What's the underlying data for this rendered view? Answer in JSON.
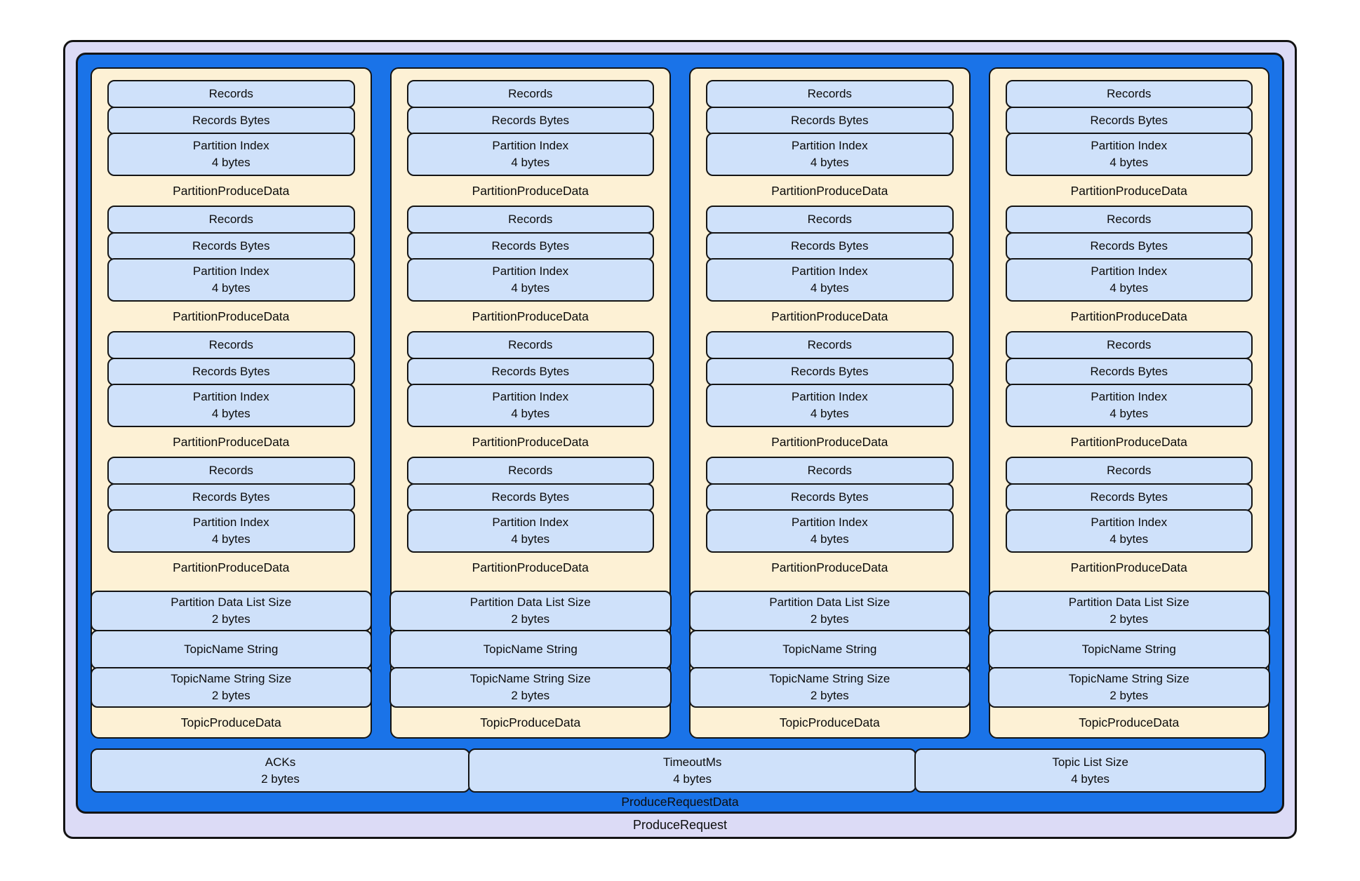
{
  "diagram": {
    "outer_label": "ProduceRequest",
    "inner_label": "ProduceRequestData",
    "columns": [
      {
        "label": "TopicProduceData",
        "groups": [
          {
            "label": "PartitionProduceData",
            "cells": [
              {
                "title": "Records"
              },
              {
                "title": "Records Bytes"
              },
              {
                "title": "Partition Index",
                "size": "4 bytes"
              }
            ]
          },
          {
            "label": "PartitionProduceData",
            "cells": [
              {
                "title": "Records"
              },
              {
                "title": "Records Bytes"
              },
              {
                "title": "Partition Index",
                "size": "4 bytes"
              }
            ]
          },
          {
            "label": "PartitionProduceData",
            "cells": [
              {
                "title": "Records"
              },
              {
                "title": "Records Bytes"
              },
              {
                "title": "Partition Index",
                "size": "4 bytes"
              }
            ]
          },
          {
            "label": "PartitionProduceData",
            "cells": [
              {
                "title": "Records"
              },
              {
                "title": "Records Bytes"
              },
              {
                "title": "Partition Index",
                "size": "4 bytes"
              }
            ]
          }
        ],
        "footer_cells": [
          {
            "title": "Partition Data List Size",
            "size": "2 bytes"
          },
          {
            "title": "TopicName String"
          },
          {
            "title": "TopicName String Size",
            "size": "2 bytes"
          }
        ]
      },
      {
        "label": "TopicProduceData",
        "groups": [
          {
            "label": "PartitionProduceData",
            "cells": [
              {
                "title": "Records"
              },
              {
                "title": "Records Bytes"
              },
              {
                "title": "Partition Index",
                "size": "4 bytes"
              }
            ]
          },
          {
            "label": "PartitionProduceData",
            "cells": [
              {
                "title": "Records"
              },
              {
                "title": "Records Bytes"
              },
              {
                "title": "Partition Index",
                "size": "4 bytes"
              }
            ]
          },
          {
            "label": "PartitionProduceData",
            "cells": [
              {
                "title": "Records"
              },
              {
                "title": "Records Bytes"
              },
              {
                "title": "Partition Index",
                "size": "4 bytes"
              }
            ]
          },
          {
            "label": "PartitionProduceData",
            "cells": [
              {
                "title": "Records"
              },
              {
                "title": "Records Bytes"
              },
              {
                "title": "Partition Index",
                "size": "4 bytes"
              }
            ]
          }
        ],
        "footer_cells": [
          {
            "title": "Partition Data List Size",
            "size": "2 bytes"
          },
          {
            "title": "TopicName String"
          },
          {
            "title": "TopicName String Size",
            "size": "2 bytes"
          }
        ]
      },
      {
        "label": "TopicProduceData",
        "groups": [
          {
            "label": "PartitionProduceData",
            "cells": [
              {
                "title": "Records"
              },
              {
                "title": "Records Bytes"
              },
              {
                "title": "Partition Index",
                "size": "4 bytes"
              }
            ]
          },
          {
            "label": "PartitionProduceData",
            "cells": [
              {
                "title": "Records"
              },
              {
                "title": "Records Bytes"
              },
              {
                "title": "Partition Index",
                "size": "4 bytes"
              }
            ]
          },
          {
            "label": "PartitionProduceData",
            "cells": [
              {
                "title": "Records"
              },
              {
                "title": "Records Bytes"
              },
              {
                "title": "Partition Index",
                "size": "4 bytes"
              }
            ]
          },
          {
            "label": "PartitionProduceData",
            "cells": [
              {
                "title": "Records"
              },
              {
                "title": "Records Bytes"
              },
              {
                "title": "Partition Index",
                "size": "4 bytes"
              }
            ]
          }
        ],
        "footer_cells": [
          {
            "title": "Partition Data List Size",
            "size": "2 bytes"
          },
          {
            "title": "TopicName String"
          },
          {
            "title": "TopicName String Size",
            "size": "2 bytes"
          }
        ]
      },
      {
        "label": "TopicProduceData",
        "groups": [
          {
            "label": "PartitionProduceData",
            "cells": [
              {
                "title": "Records"
              },
              {
                "title": "Records Bytes"
              },
              {
                "title": "Partition Index",
                "size": "4 bytes"
              }
            ]
          },
          {
            "label": "PartitionProduceData",
            "cells": [
              {
                "title": "Records"
              },
              {
                "title": "Records Bytes"
              },
              {
                "title": "Partition Index",
                "size": "4 bytes"
              }
            ]
          },
          {
            "label": "PartitionProduceData",
            "cells": [
              {
                "title": "Records"
              },
              {
                "title": "Records Bytes"
              },
              {
                "title": "Partition Index",
                "size": "4 bytes"
              }
            ]
          },
          {
            "label": "PartitionProduceData",
            "cells": [
              {
                "title": "Records"
              },
              {
                "title": "Records Bytes"
              },
              {
                "title": "Partition Index",
                "size": "4 bytes"
              }
            ]
          }
        ],
        "footer_cells": [
          {
            "title": "Partition Data List Size",
            "size": "2 bytes"
          },
          {
            "title": "TopicName String"
          },
          {
            "title": "TopicName String Size",
            "size": "2 bytes"
          }
        ]
      }
    ],
    "bottom_cells": [
      {
        "title": "ACKs",
        "size": "2 bytes"
      },
      {
        "title": "TimeoutMs",
        "size": "4 bytes"
      },
      {
        "title": "Topic List Size",
        "size": "4 bytes"
      }
    ],
    "colors": {
      "outer_bg": "#dcdbf6",
      "blue_bg": "#1a73e8",
      "col_bg": "#fdf1d5",
      "cell_bg": "#cfe1fa",
      "border": "#141414"
    }
  }
}
